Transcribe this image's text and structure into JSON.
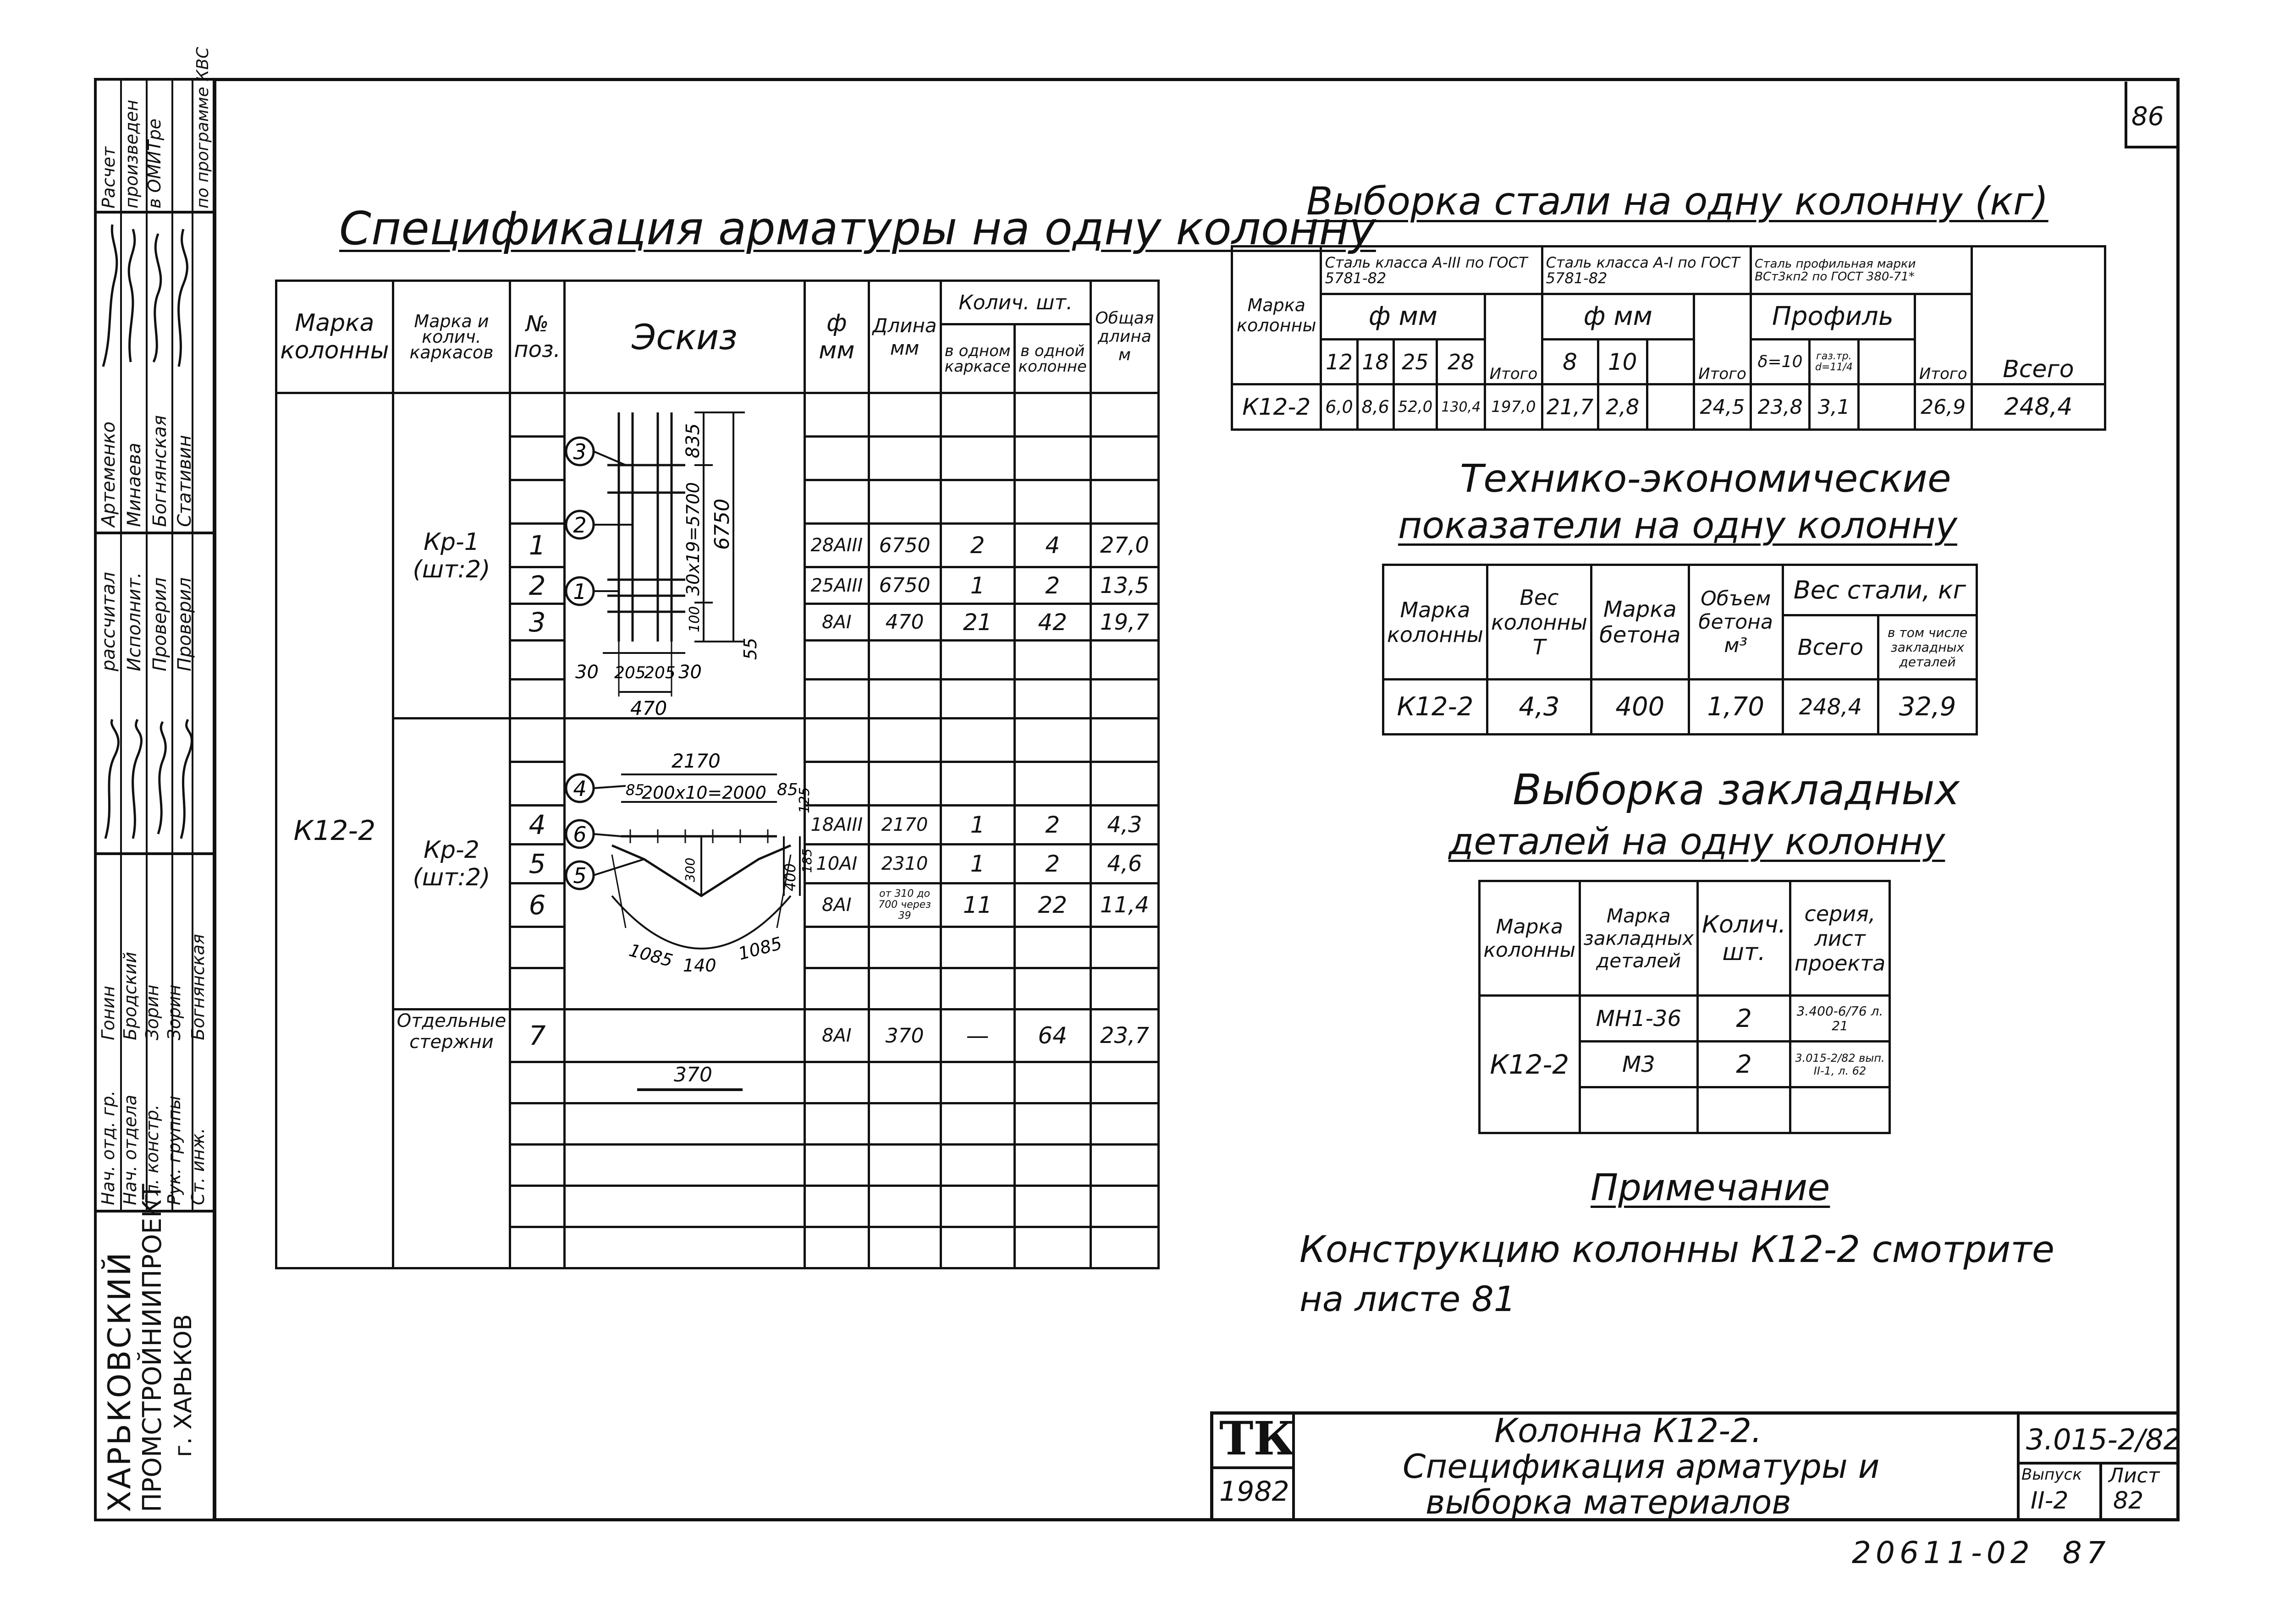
{
  "sheet_number": "86",
  "left_strip": {
    "roles": [
      "Расчет произведен в ОМИТре",
      "по программе КВС"
    ],
    "stamp": [
      "рассчитал",
      "Исполнит.",
      "Проверил",
      "Проверил"
    ],
    "names": [
      "Артеменко",
      "Минаева",
      "Богнянская",
      "Стативин"
    ],
    "staff_roles": [
      "Нач. отд. гр.",
      "Нач. отдела",
      "Гл. констр.",
      "Рук. группы",
      "Ст. инж."
    ],
    "staff_names": [
      "Гонин",
      "Бродский",
      "Зорин",
      "Зорин",
      "Богнянская"
    ],
    "org": [
      "ХАРЬКОВСКИЙ",
      "ПРОМСТРОЙНИИПРОЕКТ",
      "г. ХАРЬКОВ"
    ]
  },
  "spec": {
    "title": "Спецификация арматуры на одну колонну",
    "headers": {
      "marka": "Марка колонны",
      "karkas": "Марка и колич. каркасов",
      "pos": "№ поз.",
      "sketch": "Эскиз",
      "phi": "ф мм",
      "length": "Длина мм",
      "qty": "Колич. шт.",
      "per_frame": "в одном каркасе",
      "per_column": "в одной колонне",
      "total_len": "Общая длина м"
    },
    "column_mark": "К12-2",
    "groups": [
      {
        "label": "Кр-1 (шт:2)"
      },
      {
        "label": "Кр-2 (шт:2)"
      },
      {
        "label": "Отдельные стержни"
      }
    ],
    "rows": [
      {
        "pos": "1",
        "phi": "28АIII",
        "len": "6750",
        "frame": "2",
        "col": "4",
        "total": "27,0"
      },
      {
        "pos": "2",
        "phi": "25АIII",
        "len": "6750",
        "frame": "1",
        "col": "2",
        "total": "13,5"
      },
      {
        "pos": "3",
        "phi": "8АI",
        "len": "470",
        "frame": "21",
        "col": "42",
        "total": "19,7"
      },
      {
        "pos": "4",
        "phi": "18АIII",
        "len": "2170",
        "frame": "1",
        "col": "2",
        "total": "4,3"
      },
      {
        "pos": "5",
        "phi": "10АI",
        "len": "2310",
        "frame": "1",
        "col": "2",
        "total": "4,6"
      },
      {
        "pos": "6",
        "phi": "8АI",
        "len": "от 310 до 700 через 39",
        "frame": "11",
        "col": "22",
        "total": "11,4"
      },
      {
        "pos": "7",
        "phi": "8АI",
        "len": "370",
        "frame": "—",
        "col": "64",
        "total": "23,7"
      }
    ],
    "sketch1": {
      "labels": [
        "3",
        "2",
        "1"
      ],
      "dims": [
        "835",
        "6750",
        "100",
        "30х19=5700",
        "55",
        "30",
        "205",
        "205",
        "30",
        "470"
      ]
    },
    "sketch2": {
      "labels": [
        "4",
        "6",
        "5"
      ],
      "dims": [
        "2170",
        "85",
        "200х10=2000",
        "85",
        "125",
        "400",
        "185",
        "300",
        "1085",
        "140",
        "1085"
      ]
    },
    "sketch3": {
      "dim": "370"
    }
  },
  "steel": {
    "title": "Выборка стали на одну колонну (кг)",
    "h_marka": "Марка колонны",
    "h_a3": "Сталь класса А-III по ГОСТ 5781-82",
    "h_a1": "Сталь класса А-I по ГОСТ 5781-82",
    "h_prof": "Сталь профильная марки ВСт3кп2 по ГОСТ 380-71*",
    "h_phi": "ф мм",
    "h_phi2": "ф мм",
    "h_profil": "Профиль",
    "h_itogo": "Итого",
    "h_vsego": "Всего",
    "sub_a3": [
      "12",
      "18",
      "25",
      "28"
    ],
    "sub_a1": [
      "8",
      "10"
    ],
    "sub_prof": [
      "δ=10",
      "газ.тр. d=11/4"
    ],
    "row": {
      "marka": "К12-2",
      "a3": [
        "6,0",
        "8,6",
        "52,0",
        "130,4"
      ],
      "a3_total": "197,0",
      "a1": [
        "21,7",
        "2,8"
      ],
      "a1_total": "24,5",
      "prof": [
        "23,8",
        "3,1"
      ],
      "prof_total": "26,9",
      "all": "248,4"
    }
  },
  "tech": {
    "title1": "Технико-экономические",
    "title2": "показатели на одну колонну",
    "h_marka": "Марка колонны",
    "h_weight": "Вес колонны Т",
    "h_concrete": "Марка бетона",
    "h_volume": "Объем бетона м³",
    "h_steel": "Вес стали, кг",
    "h_total": "Всего",
    "h_embedded": "в том числе закладных деталей",
    "row": [
      "К12-2",
      "4,3",
      "400",
      "1,70",
      "248,4",
      "32,9"
    ]
  },
  "embedded": {
    "title1": "Выборка закладных",
    "title2": "деталей на одну колонну",
    "h_marka": "Марка колонны",
    "h_detail": "Марка закладных деталей",
    "h_qty": "Колич. шт.",
    "h_series": "серия, лист проекта",
    "marka": "К12-2",
    "rows": [
      {
        "detail": "МН1-36",
        "qty": "2",
        "series": "3.400-6/76 л. 21"
      },
      {
        "detail": "М3",
        "qty": "2",
        "series": "3.015-2/82 вып. II-1, л. 62"
      }
    ]
  },
  "note": {
    "title": "Примечание",
    "line1": "Конструкцию колонны К12-2 смотрите",
    "line2": "на листе 81"
  },
  "stamp": {
    "tk": "ТК",
    "year": "1982",
    "title1": "Колонна К12-2.",
    "title2": "Спецификация арматуры и",
    "title3": "выборка материалов",
    "code": "3.015-2/82",
    "vypusk_label": "Выпуск",
    "vypusk": "II-2",
    "list_label": "Лист",
    "list": "82"
  },
  "inventory": "20611-02  87"
}
